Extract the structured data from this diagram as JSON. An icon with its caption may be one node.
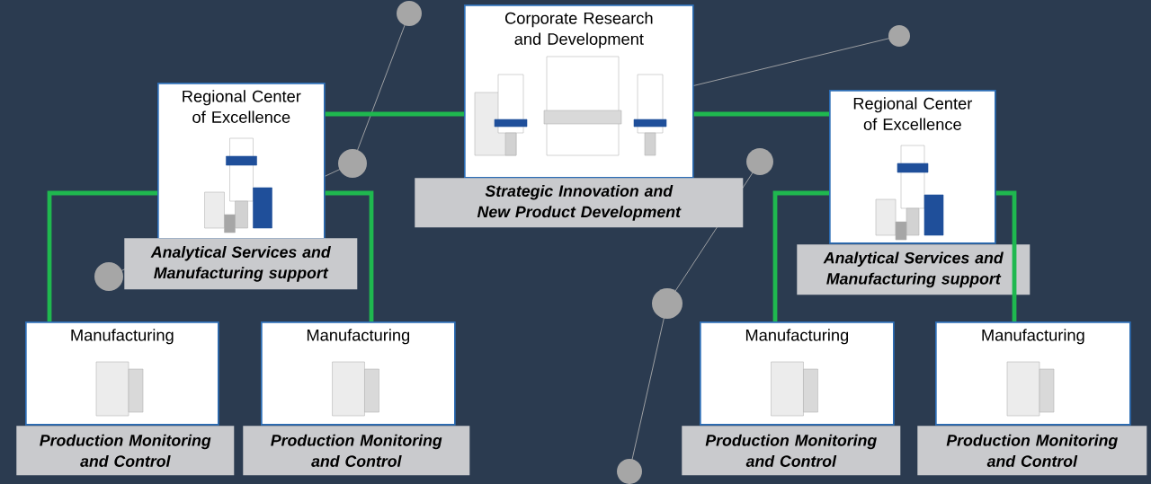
{
  "diagram": {
    "nodes": [
      {
        "text": [
          "Corporate Research and Development"
        ],
        "beside": [
          "Strategic Innovation and New Product Development"
        ]
      },
      {
        "text": [
          "Regional Center of Excellence"
        ],
        "beside": [
          "Analytical Services and Manufacturing support"
        ]
      },
      {
        "text": [
          "Regional Center of Excellence"
        ],
        "beside": [
          "Analytical Services and Manufacturing support"
        ]
      },
      {
        "text": [
          "Manufacturing"
        ],
        "beside": [
          "Production Monitoring and Control"
        ]
      },
      {
        "text": [
          "Manufacturing"
        ],
        "beside": [
          "Production Monitoring and Control"
        ]
      },
      {
        "text": [
          "Manufacturing"
        ],
        "beside": [
          "Production Monitoring and Control"
        ]
      },
      {
        "text": [
          "Manufacturing"
        ],
        "beside": [
          "Production Monitoring and Control"
        ]
      }
    ],
    "edges": [
      {
        "from": 0,
        "to": 1,
        "arrow": "none"
      },
      {
        "from": 0,
        "to": 2,
        "arrow": "none"
      },
      {
        "from": 1,
        "to": 3,
        "arrow": "none"
      },
      {
        "from": 1,
        "to": 4,
        "arrow": "none"
      },
      {
        "from": 2,
        "to": 5,
        "arrow": "none"
      },
      {
        "from": 2,
        "to": 6,
        "arrow": "none"
      }
    ]
  }
}
